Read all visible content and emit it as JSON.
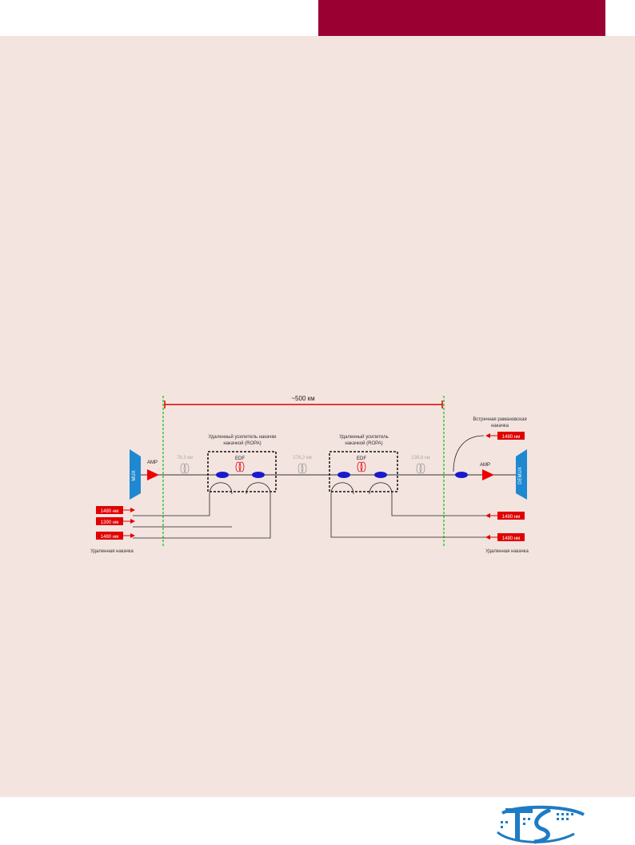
{
  "colors": {
    "header_band": "#9b0033",
    "panel_bg": "#f3e4e0",
    "span_line": "#e00000",
    "boundary": "#33cc33",
    "mux": "#1e88d0",
    "coupler": "#1a1acc",
    "pump_label": "#e00000",
    "amp": "#ee0000",
    "logo": "#1e7bc4"
  },
  "diagram": {
    "span_label": "~500 км",
    "mux_label": "MUX",
    "demux_label": "DEMUX",
    "amp_left": "AMP",
    "amp_right": "AMP",
    "rope1_title": [
      "Удаленный усилитель накачки",
      "накачкой (ROPA)"
    ],
    "rope2_title": [
      "Удаленный усилитель",
      "накачкой (ROPA)"
    ],
    "edf1": "EDF",
    "edf2": "EDF",
    "fiber1": "76,3 км",
    "fiber2": "276,2 км",
    "fiber3": "139,6 км",
    "raman_title": [
      "Встречная рамановская",
      "накачка"
    ],
    "pumps_left": [
      "1480 нм",
      "1390 нм",
      "1480 нм"
    ],
    "pumps_right": [
      "1480 нм",
      "1480 нм",
      "1480 нм"
    ],
    "remote_left": "Удаленная накачка",
    "remote_right": "Удаленная накачка"
  }
}
